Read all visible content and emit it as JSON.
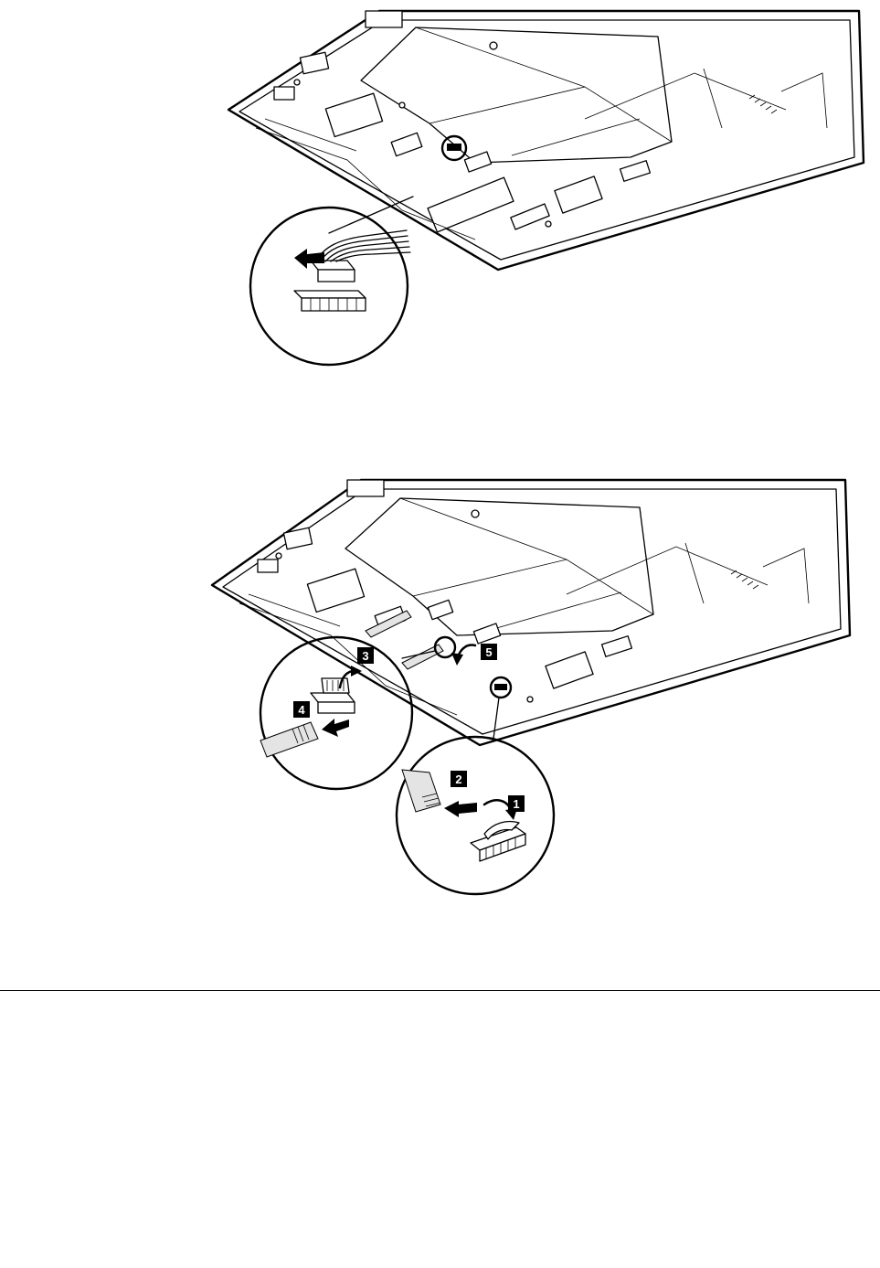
{
  "figures": [
    {
      "id": "figure-1",
      "steps": []
    },
    {
      "id": "figure-2",
      "steps": [
        {
          "label": "1"
        },
        {
          "label": "2"
        },
        {
          "label": "3"
        },
        {
          "label": "4"
        },
        {
          "label": "5"
        }
      ]
    }
  ],
  "colors": {
    "line": "#000000",
    "background": "#ffffff",
    "cable_fill": "#e4e4e4"
  }
}
